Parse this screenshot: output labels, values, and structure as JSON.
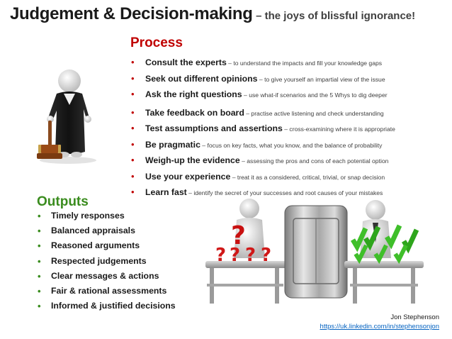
{
  "title": {
    "main": "Judgement & Decision-making",
    "sub": "– the joys of blissful ignorance!"
  },
  "process": {
    "heading": "Process",
    "items": [
      {
        "key": "Consult the experts",
        "desc": " – to understand the impacts and fill your knowledge gaps"
      },
      {
        "key": "Seek out different opinions",
        "desc": " – to give yourself an impartial view of the issue"
      },
      {
        "key": "Ask the right questions",
        "desc": " – use what-if scenarios and the 5 Whys to dig deeper"
      },
      {
        "key": "Take feedback on board",
        "desc": " – practise active listening and check understanding"
      },
      {
        "key": "Test assumptions and assertions",
        "desc": " – cross-examining where it is appropriate"
      },
      {
        "key": "Be pragmatic",
        "desc": " – focus on key facts, what you know, and the balance of probability"
      },
      {
        "key": "Weigh-up the evidence",
        "desc": " – assessing the pros and cons of each potential option"
      },
      {
        "key": "Use your experience",
        "desc": " – treat it as a considered, critical, trivial, or snap decision"
      },
      {
        "key": "Learn fast",
        "desc": " – identify the secret of your successes and root causes of your mistakes"
      }
    ]
  },
  "outputs": {
    "heading": "Outputs",
    "items": [
      "Timely responses",
      "Balanced appraisals",
      "Reasoned arguments",
      "Respected judgements",
      "Clear messages & actions",
      "Fair & rational assessments",
      "Informed & justified decisions"
    ]
  },
  "credit": {
    "author": "Jon Stephenson",
    "link": "https://uk.linkedin.com/in/stephensonjon"
  },
  "colors": {
    "process_accent": "#c00000",
    "outputs_accent": "#3a8c1e",
    "link": "#0563c1",
    "question_marks": "#d01818",
    "check_marks": "#3fbf2a"
  },
  "icons": {
    "judge": "judge-figure-with-gavel-icon",
    "machine": "decision-machine-conveyor-icon"
  }
}
